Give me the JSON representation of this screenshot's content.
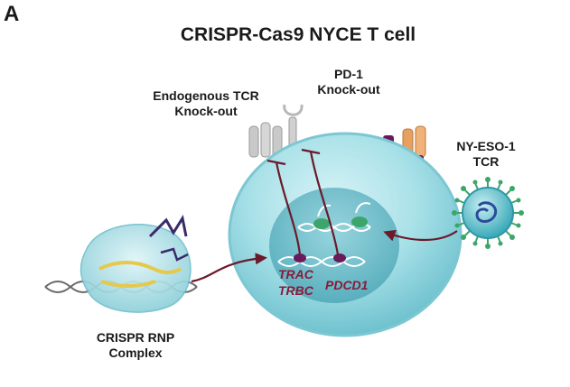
{
  "panel_label": "A",
  "title": "CRISPR-Cas9 NYCE T cell",
  "labels": {
    "endogenous_tcr": [
      "Endogenous TCR",
      "Knock-out"
    ],
    "pd1": [
      "PD-1",
      "Knock-out"
    ],
    "ny_eso1_tcr": [
      "NY-ESO-1",
      "TCR"
    ],
    "rnp_complex": [
      "CRISPR RNP",
      "Complex"
    ]
  },
  "genes": {
    "trac": "TRAC",
    "trbc": "TRBC",
    "pdcd1": "PDCD1"
  },
  "colors": {
    "cell_membrane": "#9fdde6",
    "cell_body": "#7fcfdb",
    "nucleus": "#5fb3c2",
    "arrow": "#6b1a2a",
    "gene_text": "#8a1a38",
    "tcr_receptor_orange": "#e6a060",
    "tcr_receptor_purple": "#6a1a5a",
    "endogenous_receptor": "#c8c8c8",
    "dna_green": "#3ca66a",
    "cas9_guide": "#3a2a6a",
    "cas9_body": "#a6dde4",
    "virus_body": "#5ec0cc",
    "virus_spikes": "#3ca66a"
  },
  "icons": [
    "cell-icon",
    "nucleus-icon",
    "dna-icon",
    "receptor-icon",
    "virus-icon",
    "cas9-complex-icon",
    "arrow-icon"
  ]
}
